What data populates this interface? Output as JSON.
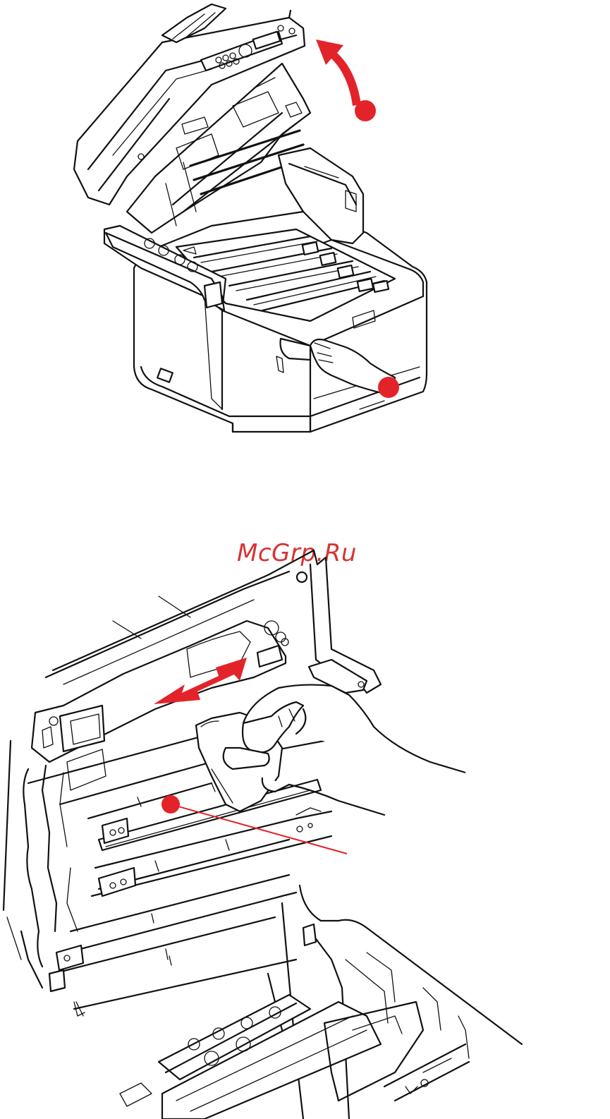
{
  "watermark": {
    "text": "McGrp.Ru"
  },
  "colors": {
    "accent_red": "#e3232a",
    "line": "#111111",
    "background": "#ffffff"
  },
  "figures": [
    {
      "id": "printer-open-figure",
      "callouts": [
        "lift-arrow-marker",
        "latch-marker"
      ]
    },
    {
      "id": "led-head-cleaning-figure",
      "callouts": [
        "wipe-arrow",
        "led-lens-marker"
      ]
    }
  ]
}
